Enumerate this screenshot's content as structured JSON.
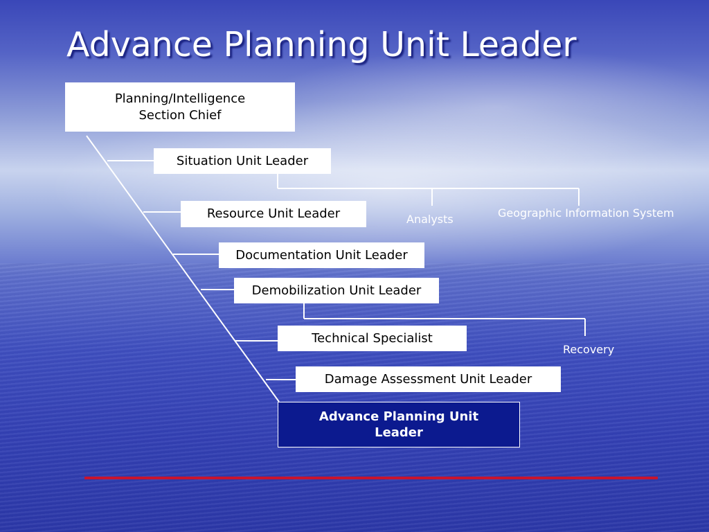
{
  "slide": {
    "title": "Advance Planning Unit Leader"
  },
  "diagram": {
    "chief": "Planning/Intelligence Section Chief",
    "units": {
      "situation": "Situation Unit Leader",
      "resource": "Resource Unit Leader",
      "documentation": "Documentation Unit Leader",
      "demobilization": "Demobilization Unit Leader",
      "technical": "Technical Specialist",
      "damage": "Damage Assessment  Unit Leader",
      "advance": "Advance Planning Unit Leader"
    },
    "sub_units": {
      "analysts": "Analysts",
      "gis": "Geographic Information System",
      "recovery": "Recovery"
    }
  },
  "colors": {
    "highlight_box": "#0c1a8f",
    "accent_line": "#c8142e"
  }
}
